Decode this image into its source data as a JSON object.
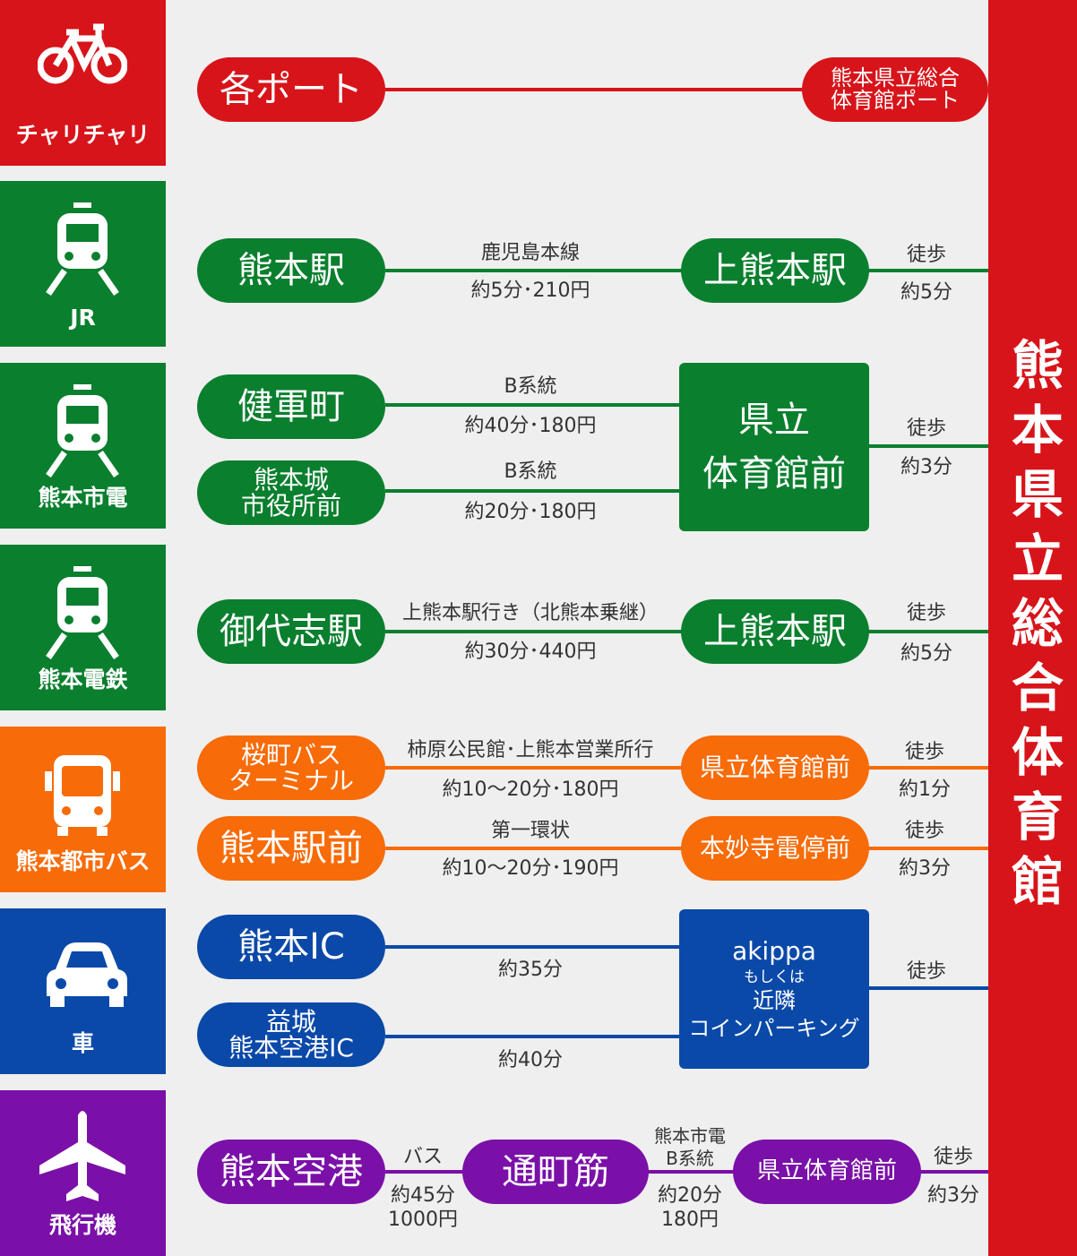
{
  "colors": {
    "chari": "#d7141a",
    "jr": "#0a7f2e",
    "shiden": "#0a7f2e",
    "dentetsu": "#0a7f2e",
    "bus": "#f76b08",
    "car": "#0a49a8",
    "plane": "#7a10a8"
  },
  "destination": "熊本県立総合体育館",
  "modes": [
    {
      "label": "チャリチャリ",
      "icon": "bicycle-icon"
    },
    {
      "label": "JR",
      "icon": "train-icon"
    },
    {
      "label": "熊本市電",
      "icon": "tram-icon"
    },
    {
      "label": "熊本電鉄",
      "icon": "train-icon"
    },
    {
      "label": "熊本都市バス",
      "icon": "bus-icon"
    },
    {
      "label": "車",
      "icon": "car-icon"
    },
    {
      "label": "飛行機",
      "icon": "airplane-icon"
    }
  ],
  "chari": {
    "from": "各ポート",
    "to1": "熊本県立総合",
    "to2": "体育館ポート"
  },
  "jr": {
    "from": "熊本駅",
    "line": "鹿児島本線",
    "time": "約5分･210円",
    "to": "上熊本駅",
    "walk": "徒歩",
    "walk_time": "約5分"
  },
  "shiden": {
    "from1": "健軍町",
    "line1": "B系統",
    "time1": "約40分･180円",
    "from2a": "熊本城",
    "from2b": "市役所前",
    "line2": "B系統",
    "time2": "約20分･180円",
    "to1": "県立",
    "to2": "体育館前",
    "walk": "徒歩",
    "walk_time": "約3分"
  },
  "dentetsu": {
    "from": "御代志駅",
    "line": "上熊本駅行き（北熊本乗継）",
    "time": "約30分･440円",
    "to": "上熊本駅",
    "walk": "徒歩",
    "walk_time": "約5分"
  },
  "bus": {
    "from1a": "桜町バス",
    "from1b": "ターミナル",
    "line1": "柿原公民館･上熊本営業所行",
    "time1": "約10～20分･180円",
    "to1": "県立体育館前",
    "walk1": "徒歩",
    "walk_time1": "約1分",
    "from2": "熊本駅前",
    "line2": "第一環状",
    "time2": "約10～20分･190円",
    "to2": "本妙寺電停前",
    "walk2": "徒歩",
    "walk_time2": "約3分"
  },
  "car": {
    "from1": "熊本IC",
    "time1": "約35分",
    "from2a": "益城",
    "from2b": "熊本空港IC",
    "time2": "約40分",
    "to1": "akippa",
    "to2": "もしくは",
    "to3": "近隣",
    "to4": "コインパーキング",
    "walk": "徒歩"
  },
  "plane": {
    "from": "熊本空港",
    "mode1": "バス",
    "time1": "約45分",
    "fare1": "1000円",
    "via": "通町筋",
    "mode2a": "熊本市電",
    "mode2b": "B系統",
    "time2": "約20分",
    "fare2": "180円",
    "to": "県立体育館前",
    "walk": "徒歩",
    "walk_time": "約3分"
  }
}
